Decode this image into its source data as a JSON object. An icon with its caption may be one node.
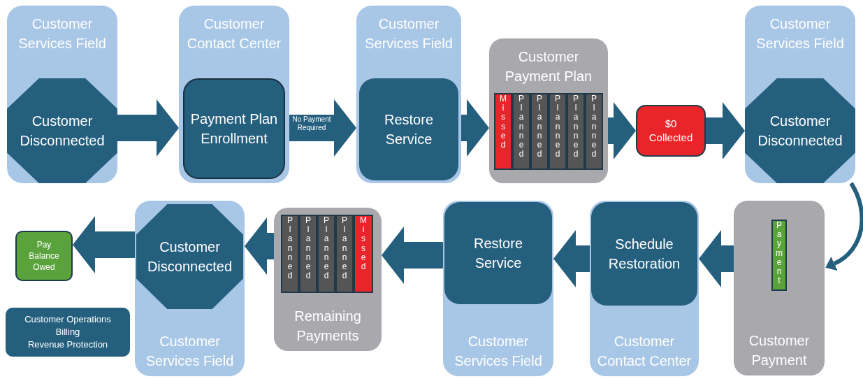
{
  "diagram": {
    "nodes": [
      {
        "text": [
          "Customer Services Field"
        ]
      },
      {
        "text": [
          "Customer Disconnected"
        ],
        "in": 0
      },
      {
        "text": [
          "Customer Contact Center"
        ]
      },
      {
        "text": [
          "Payment Plan Enrollment"
        ],
        "in": 2
      },
      {
        "text": [
          "Customer Services Field"
        ]
      },
      {
        "text": [
          "Restore Service"
        ],
        "in": 4
      },
      {
        "text": [
          "Customer Payment Plan"
        ]
      },
      {
        "text": [
          "Missed"
        ],
        "in": 6
      },
      {
        "text": [
          "Planned"
        ],
        "in": 6
      },
      {
        "text": [
          "Planned"
        ],
        "in": 6
      },
      {
        "text": [
          "Planned"
        ],
        "in": 6
      },
      {
        "text": [
          "Planned"
        ],
        "in": 6
      },
      {
        "text": [
          "Planned"
        ],
        "in": 6
      },
      {
        "text": [
          "$0 Collected"
        ]
      },
      {
        "text": [
          "Customer Services Field"
        ]
      },
      {
        "text": [
          "Customer Disconnected"
        ],
        "in": 14
      },
      {
        "text": [
          "Customer Payment"
        ]
      },
      {
        "text": [
          "Payment"
        ],
        "in": 16
      },
      {
        "text": [
          "Customer Contact Center"
        ]
      },
      {
        "text": [
          "Schedule Restoration"
        ],
        "in": 18
      },
      {
        "text": [
          "Customer Services Field"
        ]
      },
      {
        "text": [
          "Restore Service"
        ],
        "in": 20
      },
      {
        "text": [
          "Remaining Payments"
        ]
      },
      {
        "text": [
          "Planned"
        ],
        "in": 22
      },
      {
        "text": [
          "Planned"
        ],
        "in": 22
      },
      {
        "text": [
          "Planned"
        ],
        "in": 22
      },
      {
        "text": [
          "Planned"
        ],
        "in": 22
      },
      {
        "text": [
          "Missed"
        ],
        "in": 22
      },
      {
        "text": [
          "Customer Services Field"
        ]
      },
      {
        "text": [
          "Customer Disconnected"
        ],
        "in": 28
      },
      {
        "text": [
          "Pay Balance Owed"
        ]
      },
      {
        "text": [
          "Customer Operations",
          "Billing",
          "Revenue Protection"
        ]
      }
    ],
    "edges": [
      {
        "from": 0,
        "to": 2,
        "arrow": "to"
      },
      {
        "from": 2,
        "to": 4,
        "arrow": "to",
        "label": "No Payment Required"
      },
      {
        "from": 4,
        "to": 6,
        "arrow": "to"
      },
      {
        "from": 6,
        "to": 13,
        "arrow": "to"
      },
      {
        "from": 13,
        "to": 14,
        "arrow": "to"
      },
      {
        "from": 14,
        "to": 16,
        "arrow": "to"
      },
      {
        "from": 16,
        "to": 18,
        "arrow": "to"
      },
      {
        "from": 18,
        "to": 20,
        "arrow": "to"
      },
      {
        "from": 20,
        "to": 22,
        "arrow": "to"
      },
      {
        "from": 22,
        "to": 28,
        "arrow": "to"
      },
      {
        "from": 28,
        "to": 30,
        "arrow": "to"
      }
    ]
  }
}
